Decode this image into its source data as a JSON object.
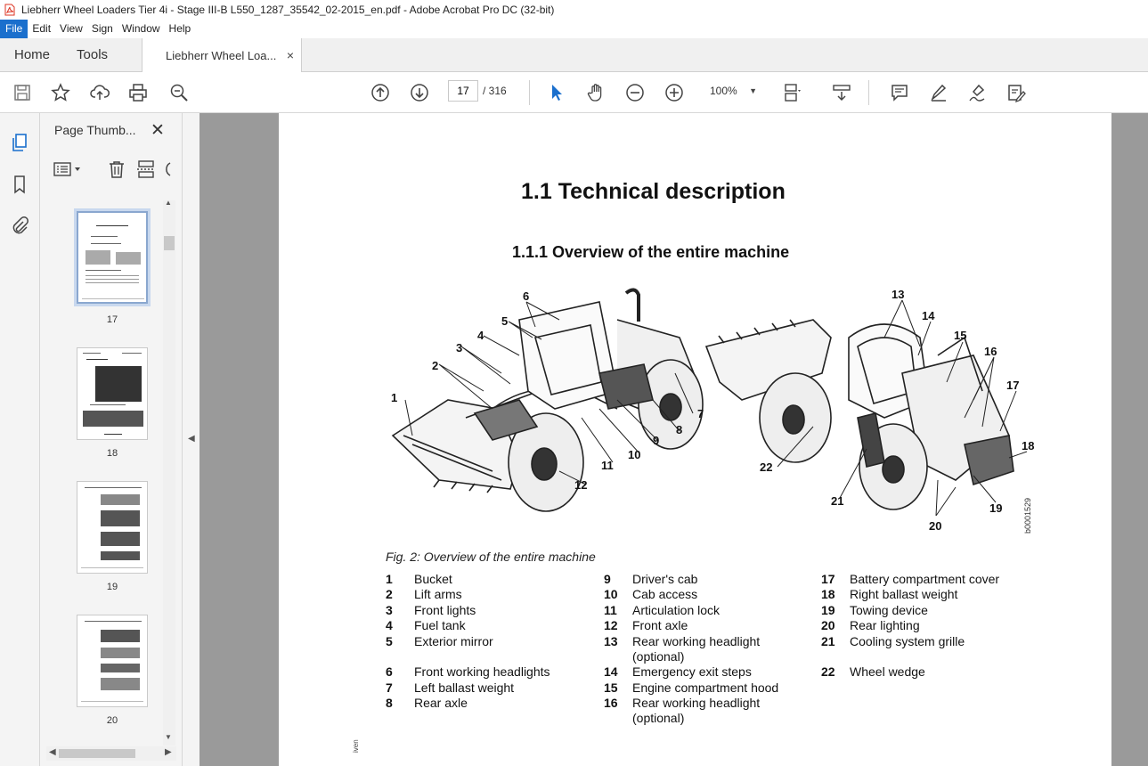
{
  "window": {
    "title": "Liebherr Wheel Loaders Tier 4i - Stage III-B L550_1287_35542_02-2015_en.pdf - Adobe Acrobat Pro DC (32-bit)"
  },
  "menu": {
    "items": [
      "File",
      "Edit",
      "View",
      "Sign",
      "Window",
      "Help"
    ]
  },
  "tabs": {
    "home": "Home",
    "tools": "Tools",
    "document": "Liebherr Wheel Loa...",
    "close": "×"
  },
  "toolbar": {
    "page_current": "17",
    "page_total": "/ 316",
    "zoom": "100%",
    "icons": [
      "save-icon",
      "bookmark-star-icon",
      "upload-icon",
      "print-icon",
      "search-zoom-icon",
      "page-up-icon",
      "page-down-icon",
      "select-arrow-icon",
      "hand-icon",
      "zoom-out-icon",
      "zoom-in-icon",
      "fit-page-icon",
      "scroll-mode-icon",
      "comment-icon",
      "highlight-icon",
      "sign-icon",
      "fill-sign-icon"
    ]
  },
  "panel": {
    "title": "Page Thumb...",
    "close": "✕",
    "thumbnails": [
      {
        "label": "17",
        "selected": true
      },
      {
        "label": "18",
        "selected": false
      },
      {
        "label": "19",
        "selected": false
      },
      {
        "label": "20",
        "selected": false
      }
    ]
  },
  "page": {
    "heading1": "1.1   Technical description",
    "heading2": "1.1.1   Overview of the entire machine",
    "figure_caption": "Fig. 2: Overview of the entire machine",
    "figure_code": "b0001529",
    "callouts": [
      "1",
      "2",
      "3",
      "4",
      "5",
      "6",
      "7",
      "8",
      "9",
      "10",
      "11",
      "12",
      "13",
      "14",
      "15",
      "16",
      "17",
      "18",
      "19",
      "20",
      "21",
      "22"
    ],
    "footer_text": "iven",
    "legend": [
      [
        {
          "num": "1",
          "label": "Bucket"
        },
        {
          "num": "2",
          "label": "Lift arms"
        },
        {
          "num": "3",
          "label": "Front lights"
        },
        {
          "num": "4",
          "label": "Fuel tank"
        },
        {
          "num": "5",
          "label": "Exterior mirror"
        },
        {
          "num": "",
          "label": ""
        },
        {
          "num": "6",
          "label": "Front working headlights"
        },
        {
          "num": "7",
          "label": "Left ballast weight"
        },
        {
          "num": "8",
          "label": "Rear axle"
        }
      ],
      [
        {
          "num": "9",
          "label": "Driver's cab"
        },
        {
          "num": "10",
          "label": "Cab access"
        },
        {
          "num": "11",
          "label": "Articulation lock"
        },
        {
          "num": "12",
          "label": "Front axle"
        },
        {
          "num": "13",
          "label": "Rear working headlight",
          "label2": "(optional)"
        },
        {
          "num": "14",
          "label": "Emergency exit steps"
        },
        {
          "num": "15",
          "label": "Engine compartment hood"
        },
        {
          "num": "16",
          "label": "Rear working headlight",
          "label2": "(optional)"
        }
      ],
      [
        {
          "num": "17",
          "label": "Battery compartment cover"
        },
        {
          "num": "18",
          "label": "Right ballast weight"
        },
        {
          "num": "19",
          "label": "Towing device"
        },
        {
          "num": "20",
          "label": "Rear lighting"
        },
        {
          "num": "21",
          "label": "Cooling system grille"
        },
        {
          "num": "",
          "label": ""
        },
        {
          "num": "22",
          "label": "Wheel wedge"
        }
      ]
    ]
  }
}
